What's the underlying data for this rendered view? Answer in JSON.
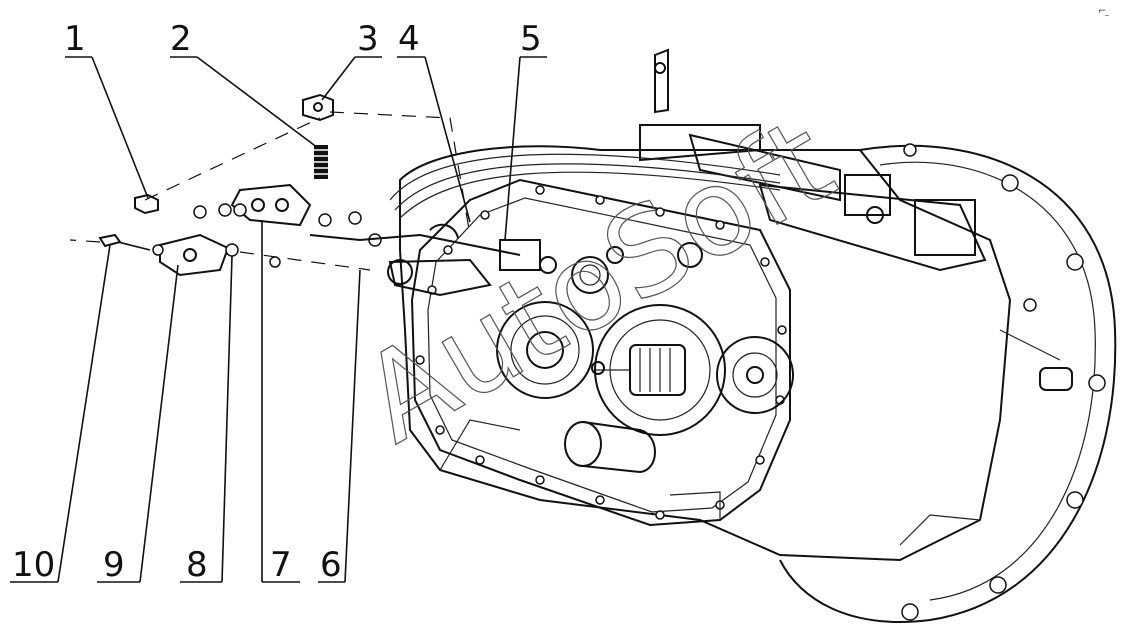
{
  "diagram": {
    "callouts": [
      {
        "id": "1",
        "label": "1"
      },
      {
        "id": "2",
        "label": "2"
      },
      {
        "id": "3",
        "label": "3"
      },
      {
        "id": "4",
        "label": "4"
      },
      {
        "id": "5",
        "label": "5"
      },
      {
        "id": "6",
        "label": "6"
      },
      {
        "id": "7",
        "label": "7"
      },
      {
        "id": "8",
        "label": "8"
      },
      {
        "id": "9",
        "label": "9"
      },
      {
        "id": "10",
        "label": "10"
      }
    ],
    "watermark": "AutoSoft",
    "corner_mark": "⌐ ̤"
  }
}
